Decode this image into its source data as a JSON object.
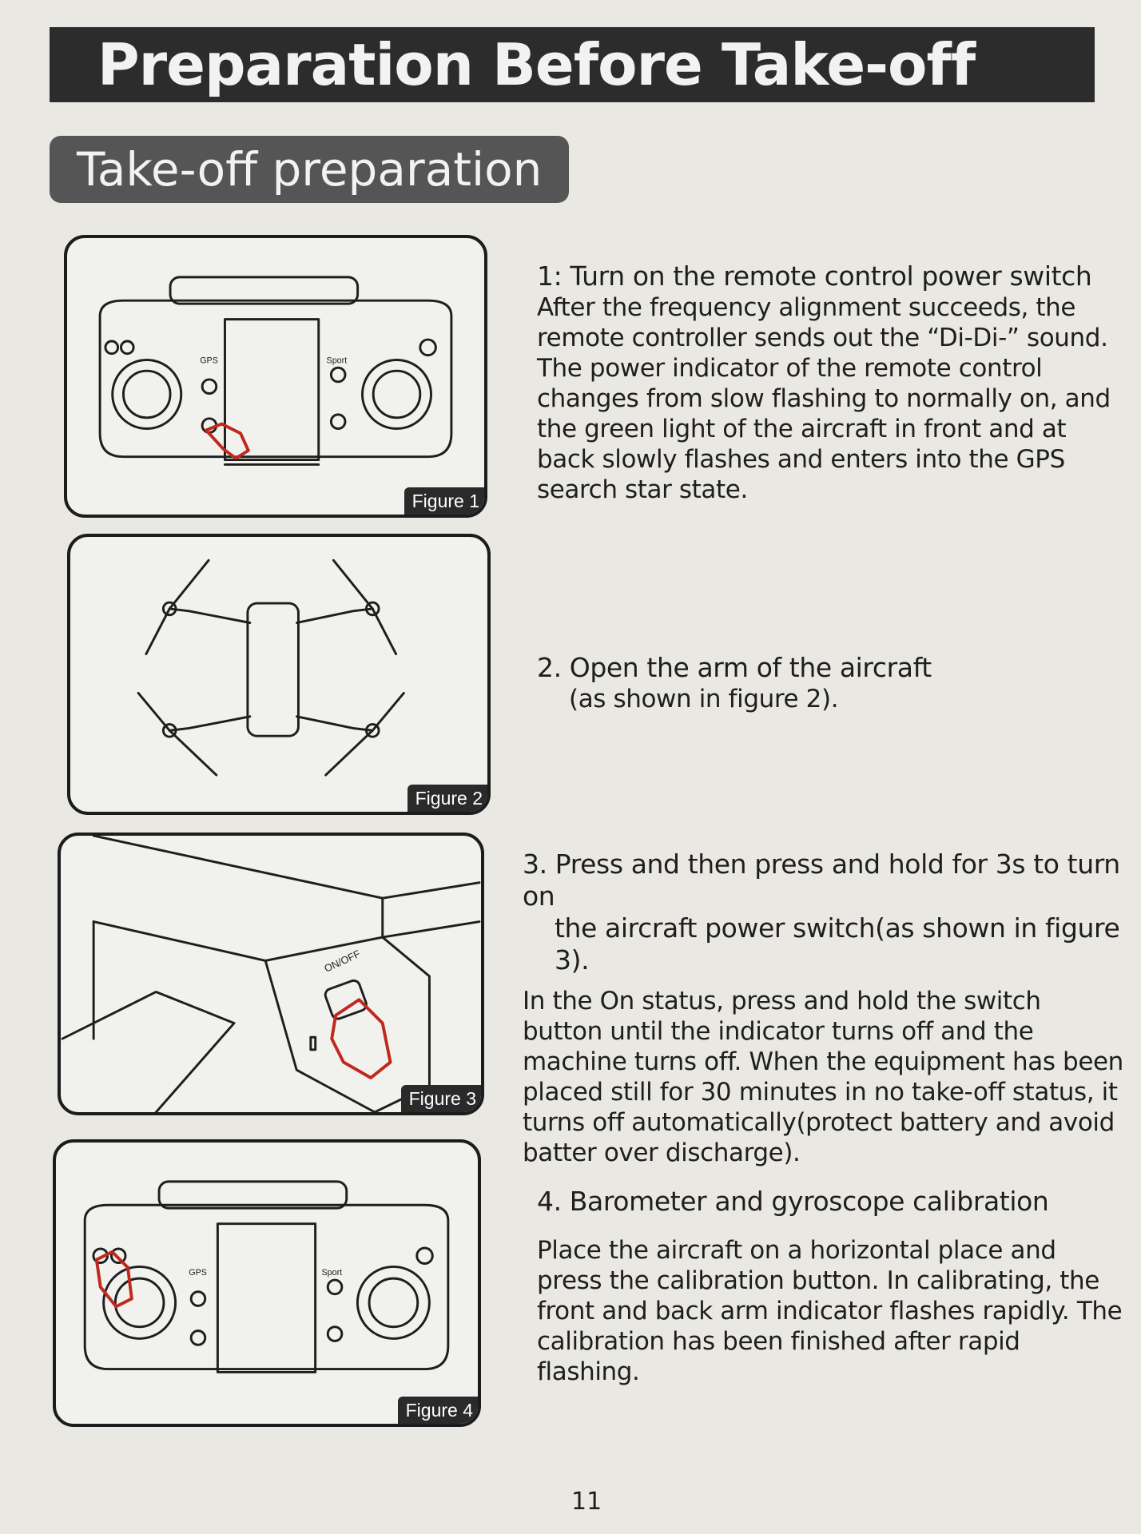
{
  "header": {
    "title": "Preparation Before Take-off",
    "subtitle": "Take-off preparation"
  },
  "figures": [
    {
      "label": "Figure 1",
      "gps": "GPS",
      "sport": "Sport"
    },
    {
      "label": "Figure 2"
    },
    {
      "label": "Figure 3",
      "onoff": "ON/OFF"
    },
    {
      "label": "Figure 4",
      "gps": "GPS",
      "sport": "Sport"
    }
  ],
  "steps": [
    {
      "title": "1: Turn on the remote control power switch",
      "body": "After the frequency alignment succeeds, the remote controller sends out the  “Di-Di-” sound. The power indicator of the remote control changes from slow flashing to normally on, and the green light of the aircraft in front and at back slowly flashes and enters into the GPS search star state."
    },
    {
      "title": "2. Open the arm of the aircraft",
      "body": "(as shown in figure 2)."
    },
    {
      "title": "3. Press and then press and hold for 3s to turn on",
      "title2": "the aircraft power switch(as shown in figure 3).",
      "body": "In the On status, press and hold the switch button until the indicator turns off and the machine turns off. When the equipment has been placed still for 30 minutes in no take-off status, it turns off automatically(protect battery and avoid batter over discharge)."
    },
    {
      "title": "4. Barometer and gyroscope calibration",
      "body": "Place the aircraft on a horizontal place and press the calibration button. In calibrating, the front and back arm indicator flashes rapidly. The calibration has been finished after rapid flashing."
    }
  ],
  "page_number": "11"
}
